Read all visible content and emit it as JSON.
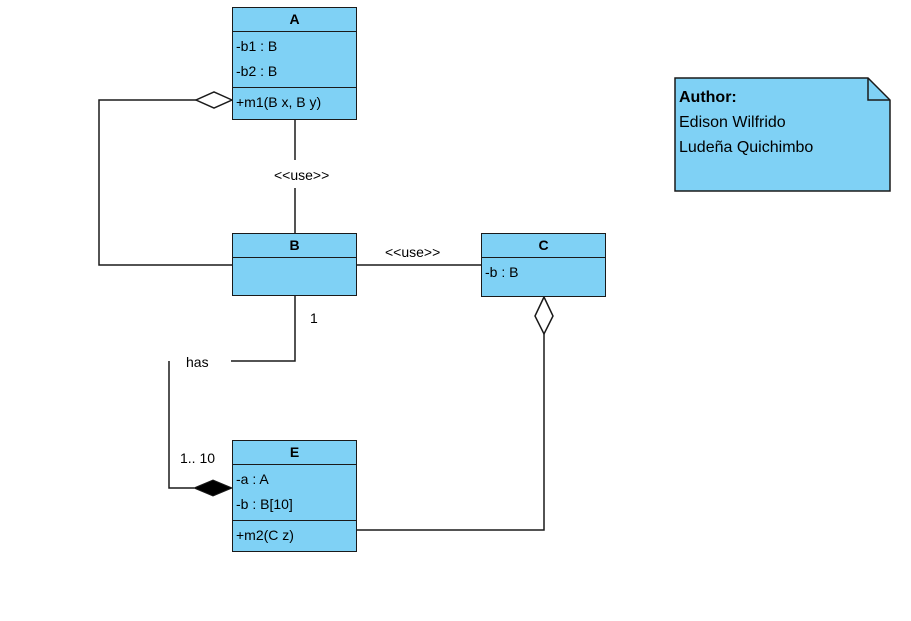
{
  "classes": {
    "A": {
      "name": "A",
      "attributes": [
        "-b1 : B",
        "-b2 : B"
      ],
      "operations": [
        "+m1(B x, B y)"
      ]
    },
    "B": {
      "name": "B"
    },
    "C": {
      "name": "C",
      "attributes": [
        "-b : B"
      ]
    },
    "E": {
      "name": "E",
      "attributes": [
        "-a : A",
        "-b : B[10]"
      ],
      "operations": [
        "+m2(C z)"
      ]
    }
  },
  "labels": {
    "use_a_b": "<<use>>",
    "use_b_c": "<<use>>",
    "mult_b": "1",
    "has": "has",
    "mult_e": "1.. 10"
  },
  "note": {
    "title": "Author:",
    "line1": "Edison Wilfrido",
    "line2": "Ludeña Quichimbo"
  },
  "colors": {
    "class_fill": "#7fd1f5",
    "line": "#1a1a1a"
  }
}
